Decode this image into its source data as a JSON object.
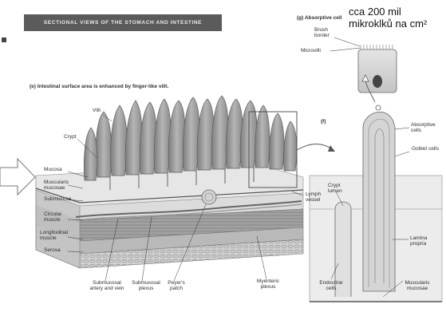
{
  "header": {
    "banner": "SECTIONAL VIEWS OF THE STOMACH AND INTESTINE",
    "note_line1": "cca 200 mil",
    "note_line2": "mikroklků na cm²"
  },
  "panel_e": {
    "caption": "(e) Intestinal surface area is enhanced by finger-like villi.",
    "labels": {
      "villi": "Villi",
      "crypt": "Crypt",
      "mucosa": "Mucosa",
      "muscularis_mucosae": "Muscularis mucosae",
      "submucosa": "Submucosa",
      "circular_muscle": "Circular muscle",
      "longitudinal_muscle": "Longitudinal muscle",
      "serosa": "Serosa",
      "lymph_vessel": "Lymph vessel",
      "submucosal_artery_vein": "Submucosal artery and vein",
      "submucosal_plexus": "Submucosal plexus",
      "peyers_patch": "Peyer's patch",
      "myenteric_plexus": "Myenteric plexus"
    }
  },
  "panel_g": {
    "caption": "(g) Absorptive cell",
    "labels": {
      "brush_border": "Brush border",
      "microvilli": "Microvilli"
    }
  },
  "panel_f": {
    "caption": "(f)",
    "labels": {
      "absorptive_cells": "Absorptive cells",
      "goblet_cells": "Goblet cells",
      "crypt_lumen": "Crypt lumen",
      "lamina_propria": "Lamina propria",
      "endocrine_cells": "Endocrine cells",
      "muscularis_mucosae": "Muscularis mucosae"
    }
  },
  "colors": {
    "banner_bg": "#5b5b5b",
    "villus_fill": "#9b9b9b",
    "layer_light": "#d8d8d8",
    "layer_dark": "#8a8a8a"
  }
}
